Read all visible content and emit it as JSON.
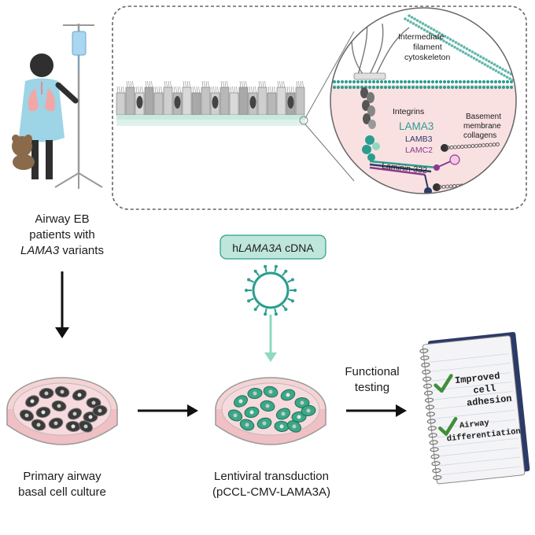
{
  "patient": {
    "label_line1": "Airway EB",
    "label_line2": "patients with",
    "label_gene": "LAMA3",
    "label_suffix": " variants"
  },
  "inset": {
    "ifc_line1": "Intermediate",
    "ifc_line2": "filament",
    "ifc_line3": "cytoskeleton",
    "integrins": "Integrins",
    "lama3": "LAMA3",
    "lamb3": "LAMB3",
    "lamc2": "LAMC2",
    "laminin": "Laminin-332",
    "bm_line1": "Basement",
    "bm_line2": "membrane",
    "bm_line3": "collagens"
  },
  "cdna": {
    "prefix": "h",
    "gene": "LAMA3A",
    "suffix": " cDNA"
  },
  "steps": {
    "primary_line1": "Primary airway",
    "primary_line2": "basal cell culture",
    "lenti_line1": "Lentiviral transduction",
    "lenti_line2": "(pCCL-CMV-LAMA3A)",
    "functional_line1": "Functional",
    "functional_line2": "testing"
  },
  "notebook": {
    "item1_line1": "Improved",
    "item1_line2": "cell",
    "item1_line3": "adhesion",
    "item2_line1": "Airway",
    "item2_line2": "differentiation"
  },
  "colors": {
    "teal": "#2a9d8f",
    "teal_light": "#8fd9c0",
    "navy": "#2b3a67",
    "purple": "#8b3a8f",
    "pink_bg": "#f8dede",
    "dish_pink": "#f3c9cc",
    "check_green": "#3f8f3a"
  }
}
